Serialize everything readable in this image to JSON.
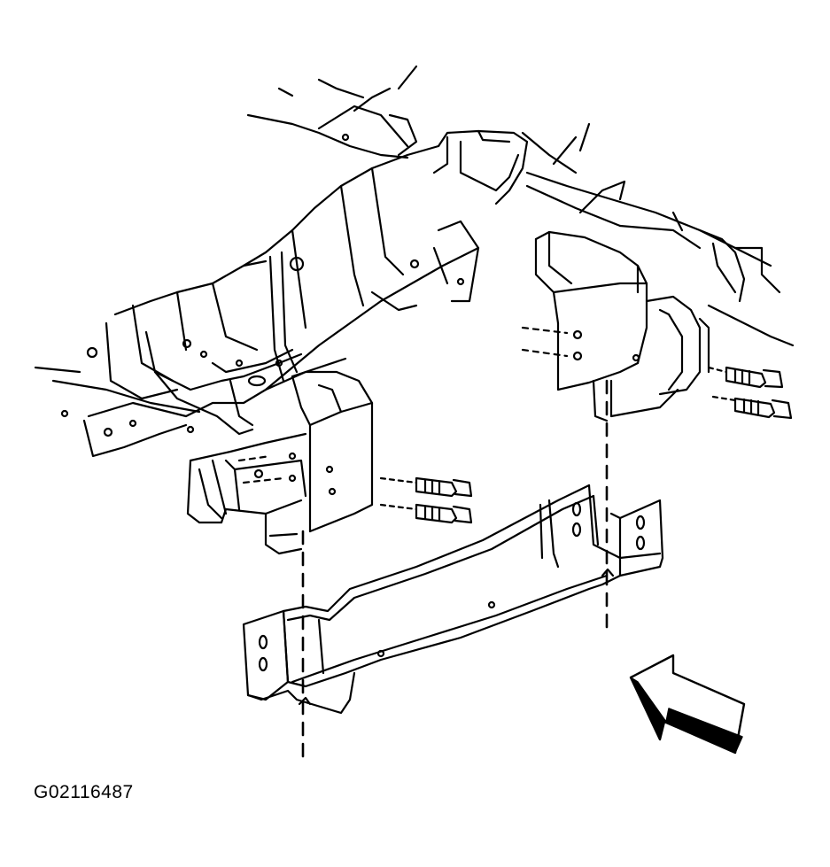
{
  "figure": {
    "id_label": "G02116487",
    "colors": {
      "ink": "#000000",
      "paper": "#ffffff"
    },
    "parts": [
      "frame",
      "left-engine-mount",
      "right-engine-mount",
      "crossmember",
      "bolts",
      "view-arrow-icon"
    ]
  }
}
